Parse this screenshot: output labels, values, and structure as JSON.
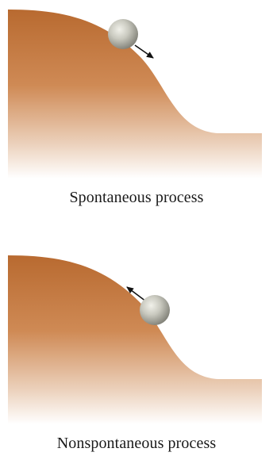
{
  "diagrams": [
    {
      "caption": "Spontaneous process",
      "ball_motion": "downhill",
      "arrow_direction": "down-right"
    },
    {
      "caption": "Nonspontaneous process",
      "ball_motion": "uphill",
      "arrow_direction": "up-left"
    }
  ],
  "colors": {
    "hill": "#c0743c",
    "hill_fade": "#ffffff",
    "ball": "#c9c9bf",
    "ball_shadow": "#7d7d74",
    "arrow": "#111111",
    "caption_text": "#1a1a1a"
  }
}
